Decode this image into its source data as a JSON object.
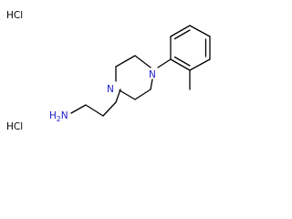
{
  "molecule": {
    "counterions": [
      "HCl",
      "HCl"
    ],
    "amine_label": "H2N",
    "amine_h": "H",
    "amine_subscript": "2",
    "amine_n": "N",
    "ring_n_left": "N",
    "ring_n_right": "N"
  },
  "colors": {
    "bond": "#000000",
    "nitrogen": "#1a1acc",
    "text": "#000000",
    "background": "#ffffff"
  }
}
